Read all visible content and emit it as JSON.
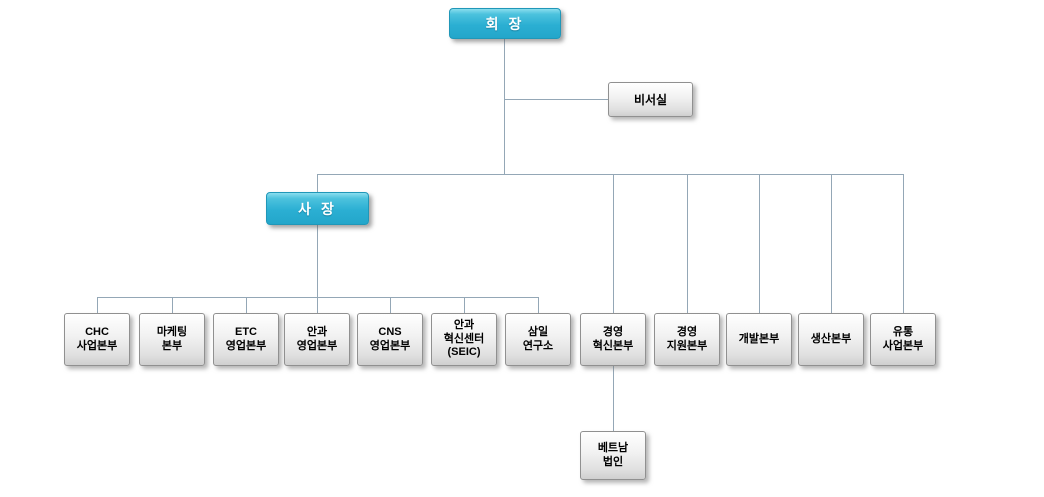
{
  "org_chart": {
    "chairman": "회 장",
    "secretary": "비서실",
    "president": "사 장",
    "departments": [
      {
        "label": "CHC\n사업본부"
      },
      {
        "label": "마케팅\n본부"
      },
      {
        "label": "ETC\n영업본부"
      },
      {
        "label": "안과\n영업본부"
      },
      {
        "label": "CNS\n영업본부"
      },
      {
        "label": "안과\n혁신센터\n(SEIC)"
      },
      {
        "label": "삼일\n연구소"
      },
      {
        "label": "경영\n혁신본부"
      },
      {
        "label": "경영\n지원본부"
      },
      {
        "label": "개발본부"
      },
      {
        "label": "생산본부"
      },
      {
        "label": "유통\n사업본부"
      }
    ],
    "subsidiary": "베트남\n법인",
    "colors": {
      "executive_box": "#2bafd3",
      "department_box": "#e6e6e6",
      "connector": "#94a7b6",
      "executive_text": "#ffffff",
      "department_text": "#000000"
    }
  }
}
